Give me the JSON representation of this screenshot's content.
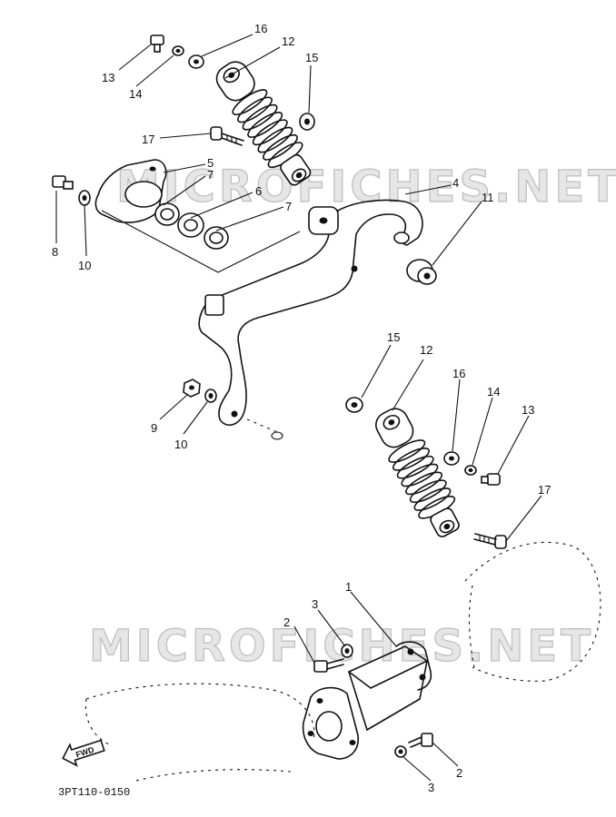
{
  "watermark": "MICROFICHES.NET",
  "reference_code": "3PT110-0150",
  "direction_arrow": "FWD",
  "callouts": {
    "c1": "1",
    "c2a": "2",
    "c2b": "2",
    "c3a": "3",
    "c3b": "3",
    "c4": "4",
    "c5": "5",
    "c6": "6",
    "c7a": "7",
    "c7b": "7",
    "c8": "8",
    "c9": "9",
    "c10a": "10",
    "c10b": "10",
    "c11": "11",
    "c12a": "12",
    "c12b": "12",
    "c13a": "13",
    "c13b": "13",
    "c14a": "14",
    "c14b": "14",
    "c15a": "15",
    "c15b": "15",
    "c16a": "16",
    "c16b": "16",
    "c17a": "17",
    "c17b": "17"
  }
}
